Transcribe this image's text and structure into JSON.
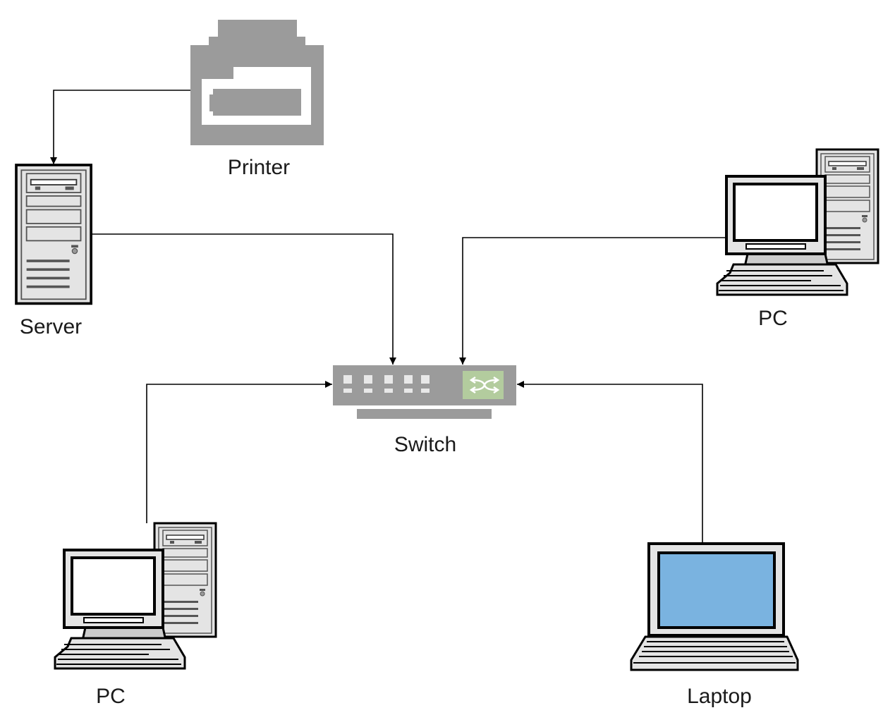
{
  "nodes": {
    "printer": {
      "label": "Printer",
      "icon": "printer-icon"
    },
    "server": {
      "label": "Server",
      "icon": "server-icon"
    },
    "pc_right": {
      "label": "PC",
      "icon": "desktop-pc-icon"
    },
    "switch": {
      "label": "Switch",
      "icon": "network-switch-icon"
    },
    "pc_left": {
      "label": "PC",
      "icon": "desktop-pc-icon"
    },
    "laptop": {
      "label": "Laptop",
      "icon": "laptop-icon"
    }
  },
  "connections": [
    {
      "from": "Printer",
      "to": "Server"
    },
    {
      "from": "Server",
      "to": "Switch"
    },
    {
      "from": "PC",
      "to": "Switch"
    },
    {
      "from": "PC",
      "to": "Switch"
    },
    {
      "from": "Laptop",
      "to": "Switch"
    }
  ],
  "colors": {
    "device_gray": "#9b9b9b",
    "switch_accent": "#b3cc9e",
    "laptop_screen": "#7ab3e0",
    "line": "#000000"
  }
}
